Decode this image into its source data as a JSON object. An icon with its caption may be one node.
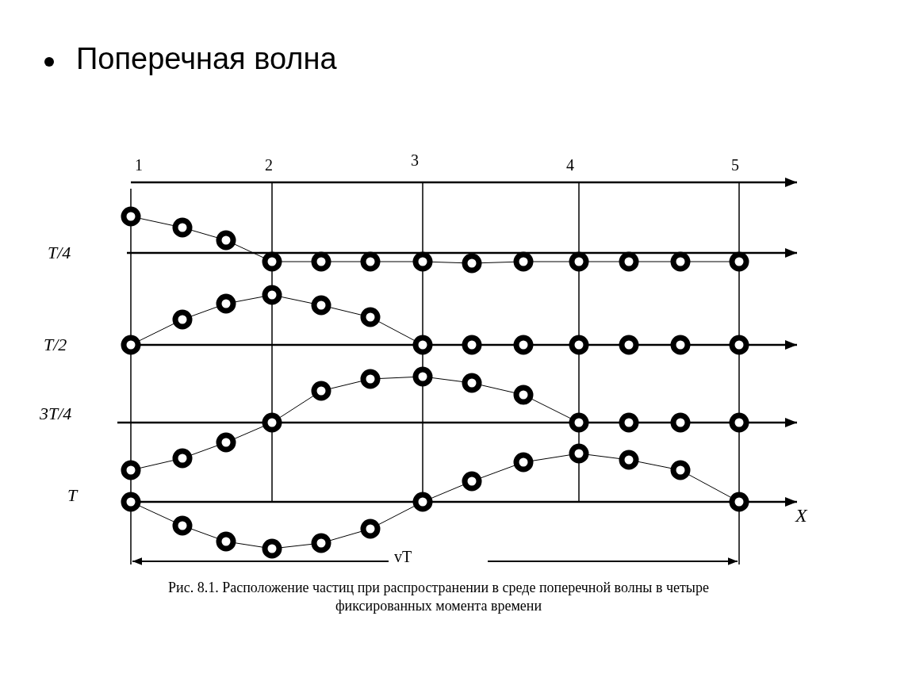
{
  "diagram": {
    "title": "Поперечная волна",
    "caption": "Рис. 8.1. Расположение частиц при распространении в среде поперечной волны в четыре фиксированных момента времени",
    "labels": [
      "1",
      "2",
      "3",
      "4",
      "5",
      "T/4",
      "T/2",
      "3T/4",
      "T",
      "X",
      "vT"
    ]
  }
}
